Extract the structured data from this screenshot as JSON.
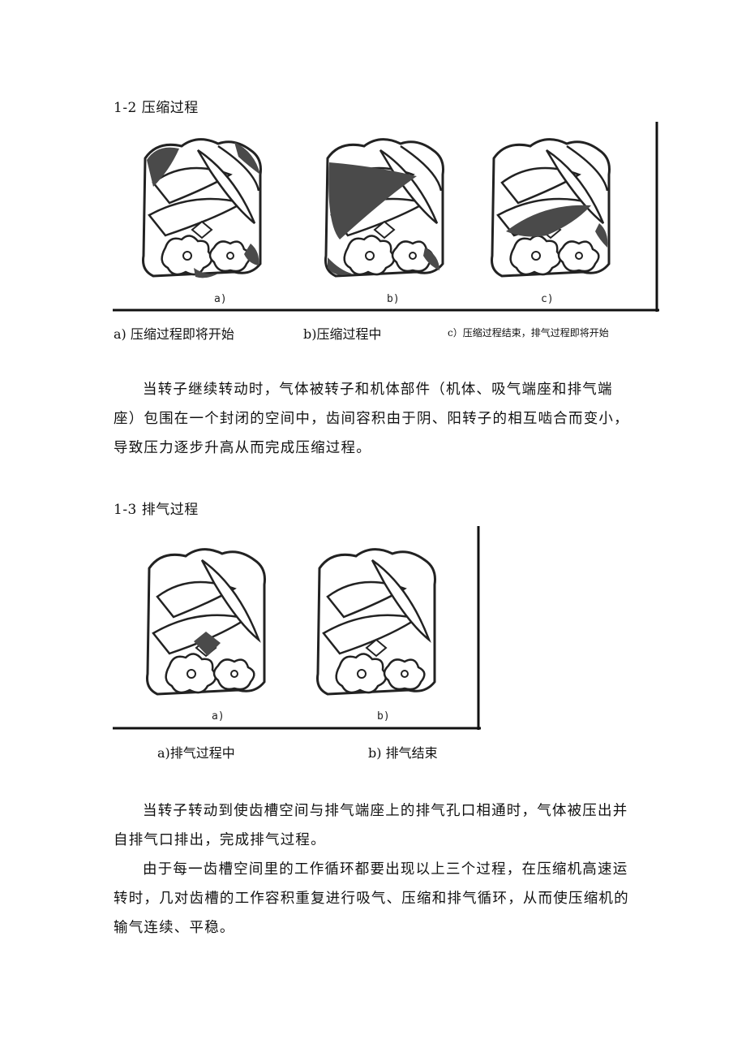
{
  "section_compress": {
    "heading": "1-2 压缩过程",
    "figure": {
      "panel_labels": [
        "a)",
        "b)",
        "c)"
      ],
      "captions": [
        "a)  压缩过程即将开始",
        "b)压缩过程中",
        "c）压缩过程结束，排气过程即将开始"
      ]
    },
    "paragraph": "当转子继续转动时，气体被转子和机体部件（机体、吸气端座和排气端座）包围在一个封闭的空间中，齿间容积由于阴、阳转子的相互啮合而变小，导致压力逐步升高从而完成压缩过程。"
  },
  "section_discharge": {
    "heading": "1-3 排气过程",
    "figure": {
      "panel_labels": [
        "a)",
        "b)"
      ],
      "captions": [
        "a)排气过程中",
        "b) 排气结束"
      ]
    },
    "paragraphs": [
      "当转子转动到使齿槽空间与排气端座上的排气孔口相通时，气体被压出并自排气口排出，完成排气过程。",
      "由于每一齿槽空间里的工作循环都要出现以上三个过程，在压缩机高速运转时，几对齿槽的工作容积重复进行吸气、压缩和排气循环，从而使压缩机的输气连续、平稳。"
    ]
  },
  "colors": {
    "text": "#111111",
    "ink": "#222222",
    "shade": "#4a4a4a"
  }
}
